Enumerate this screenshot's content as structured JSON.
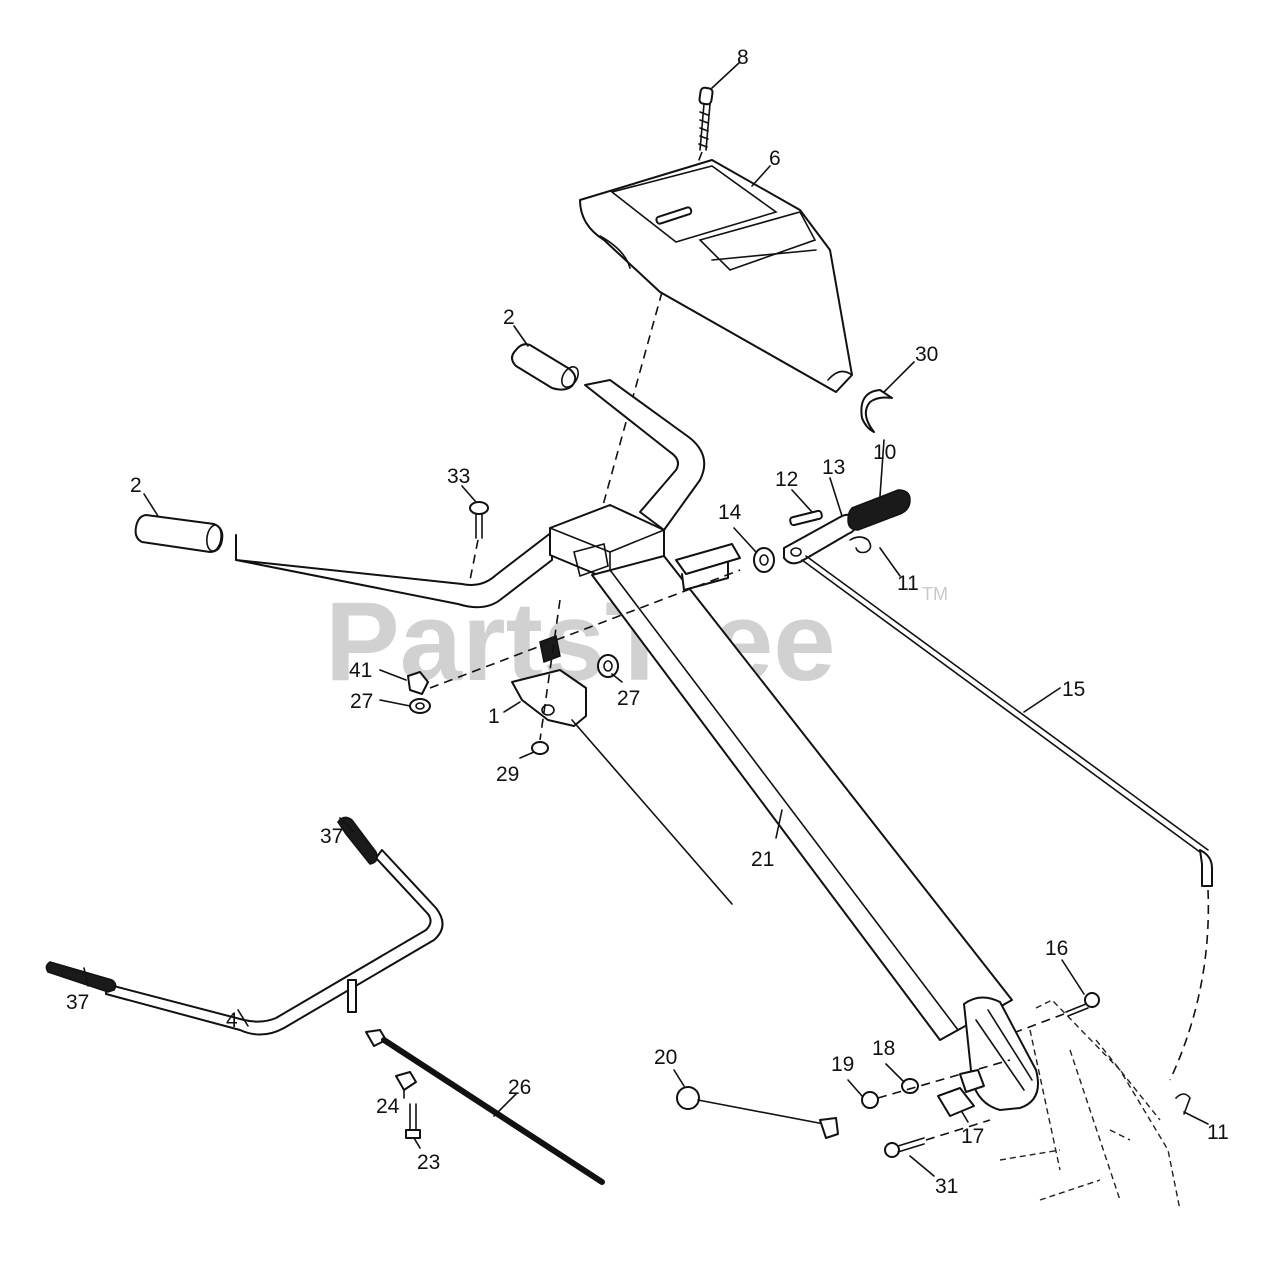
{
  "watermark": {
    "text": "PartsTree",
    "mark": "TM"
  },
  "callouts": {
    "c8": "8",
    "c6": "6",
    "c2a": "2",
    "c30": "30",
    "c2b": "2",
    "c33": "33",
    "c12": "12",
    "c13": "13",
    "c10": "10",
    "c14": "14",
    "c11a": "11",
    "c15": "15",
    "c41": "41",
    "c27a": "27",
    "c27b": "27",
    "c1": "1",
    "c29": "29",
    "c37a": "37",
    "c21": "21",
    "c37b": "37",
    "c16": "16",
    "c4": "4",
    "c20": "20",
    "c19": "19",
    "c18": "18",
    "c26": "26",
    "c24": "24",
    "c17": "17",
    "c11b": "11",
    "c23": "23",
    "c31": "31"
  }
}
